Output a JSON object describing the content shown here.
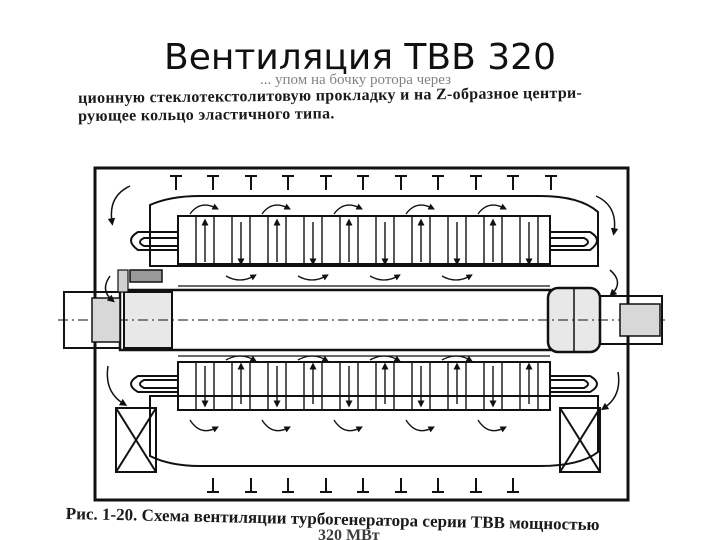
{
  "slide": {
    "title": "Вентиляция ТВВ 320"
  },
  "scan": {
    "partial_line": "... упом на бочку ротора через",
    "line1": "ционную стеклотекстолитовую прокладку и на Z-образное центри-",
    "line2": "рующее кольцо эластичного типа.",
    "caption_line1": "Рис. 1-20. Схема вентиляции турбогенератора серии ТВВ мощностью",
    "caption_line2": "320 МВт"
  }
}
